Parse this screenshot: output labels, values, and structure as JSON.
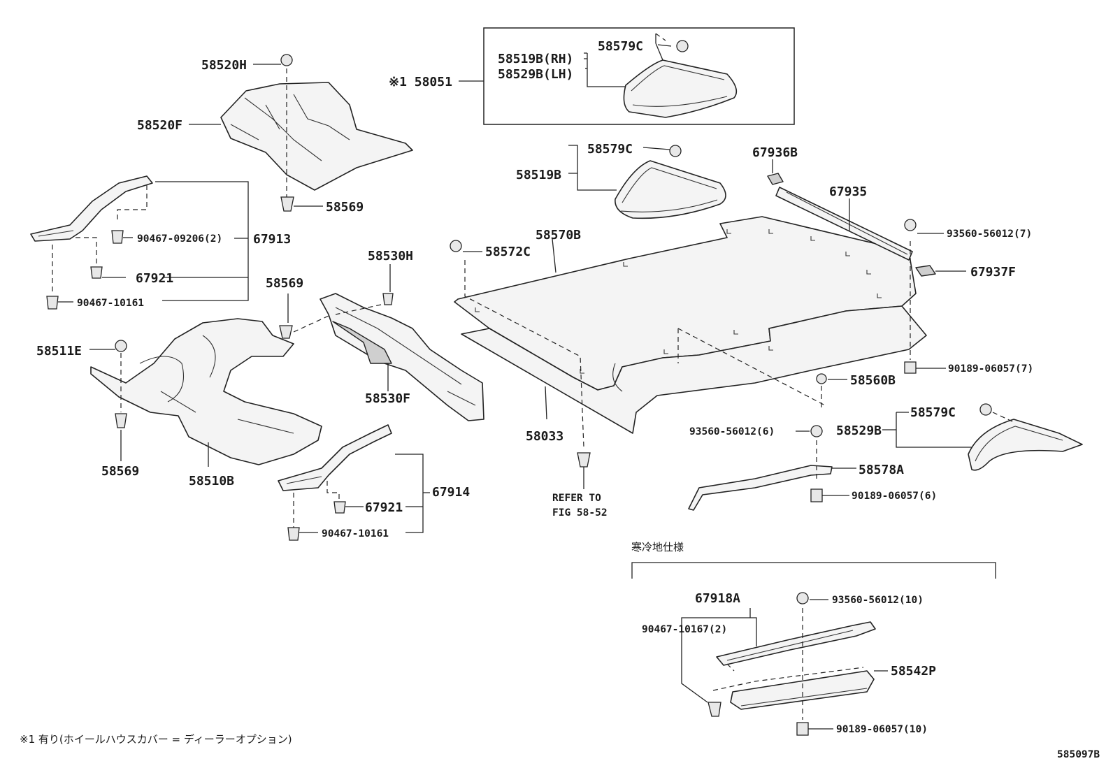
{
  "diagram_id": "585097B",
  "notes": {
    "footnote": "※1 有り(ホイールハウスカバー = ディーラーオプション)",
    "cold_region_spec": "寒冷地仕様",
    "refer_line1": "REFER TO",
    "refer_line2": "FIG 58-52"
  },
  "labels": {
    "p58520H": "58520H",
    "p58520F": "58520F",
    "p58569_top": "58569",
    "p67913": "67913",
    "p90467_09206": "90467-09206(2)",
    "p67921_a": "67921",
    "p90467_10161_a": "90467-10161",
    "p58511E": "58511E",
    "p58569_left": "58569",
    "p58510B": "58510B",
    "p58569_mid": "58569",
    "p58530H": "58530H",
    "p58530F": "58530F",
    "p67914": "67914",
    "p67921_b": "67921",
    "p90467_10161_b": "90467-10161",
    "p58051": "※1 58051",
    "p58579C_box": "58579C",
    "p58519B_RH": "58519B(RH)",
    "p58529B_LH": "58529B(LH)",
    "p58579C_mid": "58579C",
    "p58519B": "58519B",
    "p58570B": "58570B",
    "p58572C": "58572C",
    "p58033": "58033",
    "p67936B": "67936B",
    "p67935": "67935",
    "p93560_56012_7": "93560-56012(7)",
    "p67937F": "67937F",
    "p90189_06057_7": "90189-06057(7)",
    "p58560B": "58560B",
    "p93560_56012_6": "93560-56012(6)",
    "p58578A": "58578A",
    "p90189_06057_6": "90189-06057(6)",
    "p58579C_right": "58579C",
    "p58529B": "58529B",
    "p67918A": "67918A",
    "p93560_56012_10": "93560-56012(10)",
    "p90467_10167_2": "90467-10167(2)",
    "p58542P": "58542P",
    "p90189_06057_10": "90189-06057(10)"
  }
}
